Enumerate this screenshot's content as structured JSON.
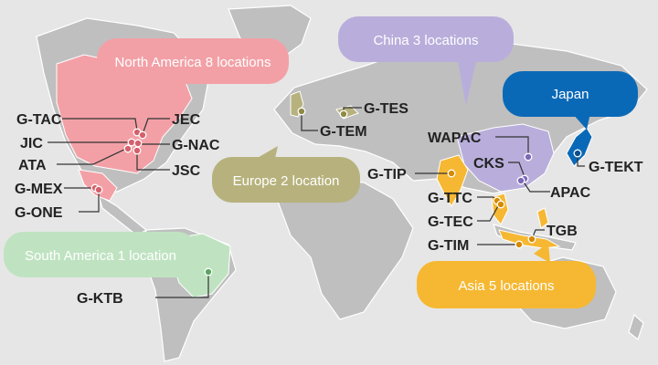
{
  "regions": {
    "north_america": {
      "label": "North America 8 locations",
      "color": "#f2a0a6"
    },
    "south_america": {
      "label": "South America 1 location",
      "color": "#bfe3c1"
    },
    "europe": {
      "label": "Europe 2 location",
      "color": "#b7b27d"
    },
    "china": {
      "label": "China 3 locations",
      "color": "#b9aedb"
    },
    "japan": {
      "label": "Japan",
      "color": "#0a69b7"
    },
    "asia": {
      "label": "Asia 5 locations",
      "color": "#f6b832"
    }
  },
  "locations": [
    "G-TAC",
    "JIC",
    "ATA",
    "G-MEX",
    "G-ONE",
    "JEC",
    "G-NAC",
    "JSC",
    "G-KTB",
    "G-TES",
    "G-TEM",
    "WAPAC",
    "CKS",
    "APAC",
    "G-TEKT",
    "G-TIP",
    "G-TTC",
    "G-TEC",
    "G-TIM",
    "TGB"
  ]
}
